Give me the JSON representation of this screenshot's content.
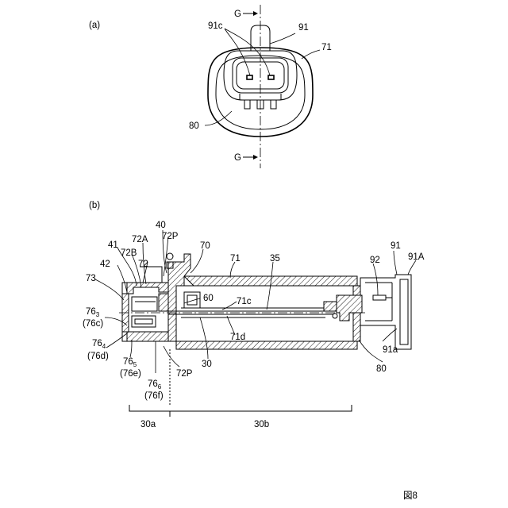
{
  "figure_number": "図8",
  "view_a": {
    "label": "(a)",
    "section_mark": "G",
    "labels": {
      "p91c": "91c",
      "p91": "91",
      "p71": "71",
      "p80": "80"
    }
  },
  "view_b": {
    "label": "(b)",
    "labels": {
      "p40": "40",
      "p72P_top": "72P",
      "p41": "41",
      "p72A": "72A",
      "p70": "70",
      "p72B": "72B",
      "p72": "72",
      "p42": "42",
      "p71": "71",
      "p35": "35",
      "p92": "92",
      "p91": "91",
      "p91A": "91A",
      "p73": "73",
      "p60": "60",
      "p71c": "71c",
      "p71d": "71d",
      "p30": "30",
      "p80": "80",
      "p91a": "91a",
      "p72P_bottom": "72P",
      "p30a": "30a",
      "p30b": "30b"
    },
    "sub_labels": {
      "p763": {
        "main": "76",
        "sub": "3",
        "alt": "(76c)"
      },
      "p764": {
        "main": "76",
        "sub": "4",
        "alt": "(76d)"
      },
      "p765": {
        "main": "76",
        "sub": "5",
        "alt": "(76e)"
      },
      "p766": {
        "main": "76",
        "sub": "6",
        "alt": "(76f)"
      }
    }
  }
}
